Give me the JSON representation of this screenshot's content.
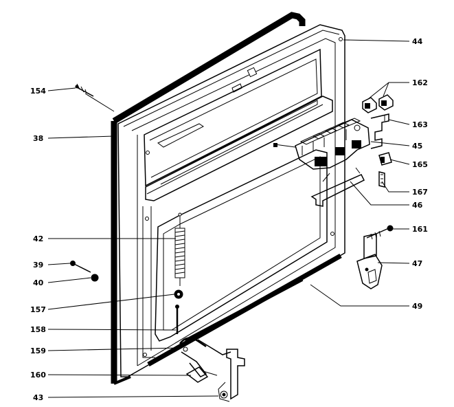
{
  "labels": {
    "l154": "154",
    "l38": "38",
    "l42": "42",
    "l39": "39",
    "l40": "40",
    "l157": "157",
    "l158": "158",
    "l159": "159",
    "l160": "160",
    "l43": "43",
    "l44": "44",
    "l162": "162",
    "l163": "163",
    "l45": "45",
    "l165": "165",
    "l167": "167",
    "l46": "46",
    "l161": "161",
    "l47": "47",
    "l49": "49"
  }
}
